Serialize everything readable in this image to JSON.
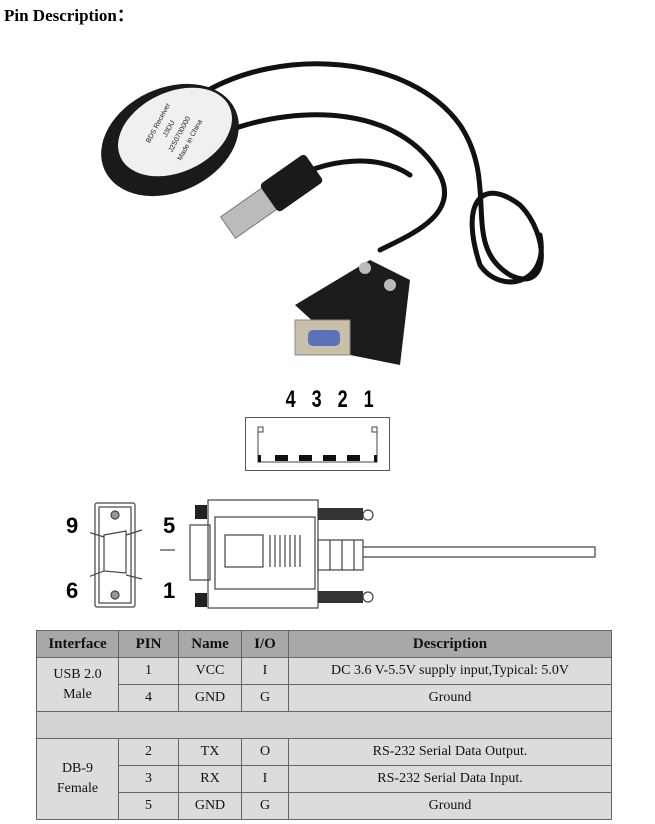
{
  "title": "Pin Description：",
  "photo": {
    "label_lines": [
      "BDS Receiver",
      "J3DU",
      "J2S0700000",
      "Made in China"
    ]
  },
  "usb_diagram": {
    "pin_labels": [
      "4",
      "3",
      "2",
      "1"
    ]
  },
  "db9_diagram": {
    "pin_labels": {
      "top_left": "9",
      "top_right": "5",
      "bottom_left": "6",
      "bottom_right": "1"
    }
  },
  "table": {
    "headers": [
      "Interface",
      "PIN",
      "Name",
      "I/O",
      "Description"
    ],
    "groups": [
      {
        "interface": "USB 2.0\nMale",
        "rows": [
          {
            "pin": "1",
            "name": "VCC",
            "io": "I",
            "description": "DC 3.6 V-5.5V supply input,Typical: 5.0V"
          },
          {
            "pin": "4",
            "name": "GND",
            "io": "G",
            "description": "Ground"
          }
        ]
      },
      {
        "interface": "DB-9\nFemale",
        "rows": [
          {
            "pin": "2",
            "name": "TX",
            "io": "O",
            "description": "RS-232 Serial Data Output."
          },
          {
            "pin": "3",
            "name": "RX",
            "io": "I",
            "description": "RS-232 Serial Data Input."
          },
          {
            "pin": "5",
            "name": "GND",
            "io": "G",
            "description": "Ground"
          }
        ]
      }
    ]
  }
}
